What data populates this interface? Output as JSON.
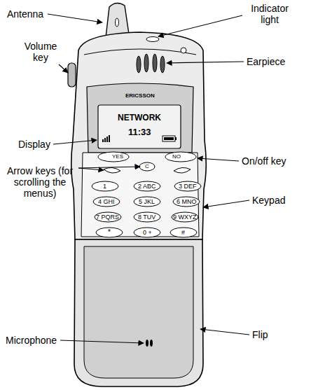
{
  "diagram": {
    "labels": [
      "Antenna",
      "Indicator light",
      "Volume key",
      "Earpiece",
      "ERICSSON",
      "Display",
      "NETWORK",
      "11:33",
      "On/off key",
      "YES",
      "NO",
      "C",
      "Arrow keys (for scrolling the menus)",
      "1",
      "2 ABC",
      "3 DEF",
      "Keypad",
      "4 GHI",
      "5 JKL",
      "6 MNO",
      "7 PQRS",
      "8 TUV",
      "9 WXYZ",
      "*",
      "0 +",
      "#",
      "Microphone",
      "Flip"
    ]
  }
}
